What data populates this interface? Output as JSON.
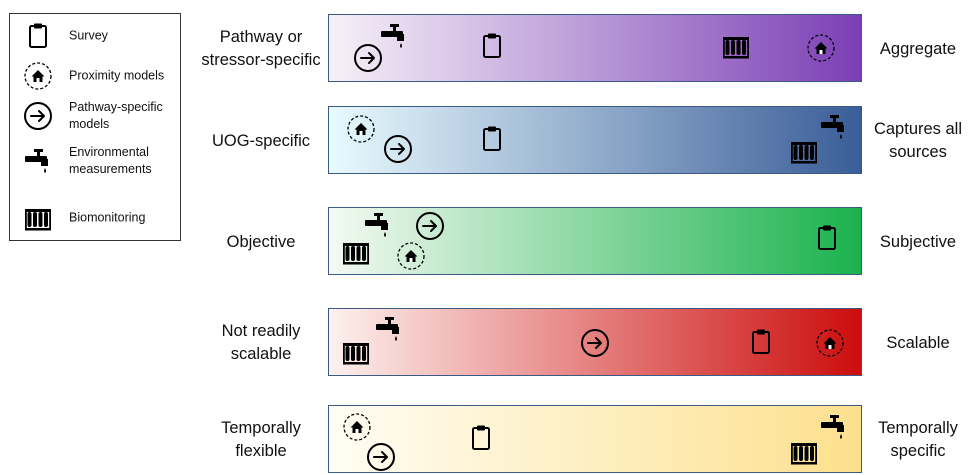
{
  "legend": {
    "items": [
      {
        "icon": "survey-icon",
        "label": "Survey"
      },
      {
        "icon": "proximity-model-icon",
        "label": "Proximity models"
      },
      {
        "icon": "pathway-model-icon",
        "label": "Pathway-specific\nmodels"
      },
      {
        "icon": "environmental-measurement-icon",
        "label": "Environmental\nmeasurements"
      },
      {
        "icon": "biomonitoring-icon",
        "label": "Biomonitoring"
      }
    ]
  },
  "colors": {
    "bar_border": "#3b5a86",
    "row1": [
      "#f7f1f8",
      "#7b3fb5"
    ],
    "row2": [
      "#e9fbff",
      "#3a5d98"
    ],
    "row3": [
      "#f4faf2",
      "#1ab24d"
    ],
    "row4": [
      "#fdf1ee",
      "#cc0d0d"
    ],
    "row5": [
      "#fffdf4",
      "#fde08d"
    ]
  },
  "rows": [
    {
      "left": "Pathway or\nstressor-specific",
      "right": "Aggregate"
    },
    {
      "left": "UOG-specific",
      "right": "Captures all\nsources"
    },
    {
      "left": "Objective",
      "right": "Subjective"
    },
    {
      "left": "Not readily\nscalable",
      "right": "Scalable"
    },
    {
      "left": "Temporally\nflexible",
      "right": "Temporally\nspecific"
    }
  ]
}
